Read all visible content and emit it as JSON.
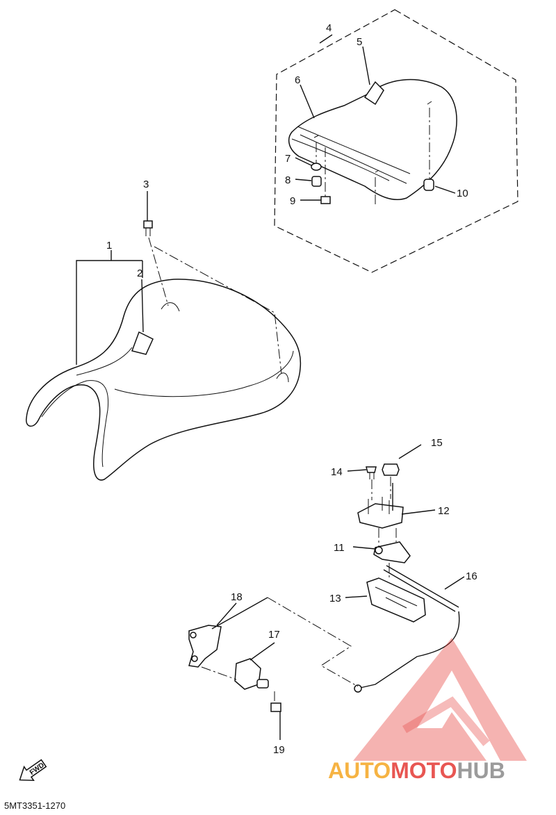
{
  "callouts": [
    "1",
    "2",
    "3",
    "4",
    "5",
    "6",
    "7",
    "8",
    "9",
    "10",
    "11",
    "12",
    "13",
    "14",
    "15",
    "16",
    "17",
    "18",
    "19"
  ],
  "fwd_label": "FWD",
  "diagram_code": "5MT3351-1270",
  "watermark": {
    "part1": "AUTO",
    "part2": "MOTO",
    "part3": "HUB",
    "color_orange": "#f5a623",
    "color_red": "#e53935",
    "color_gray": "#8a8a8a"
  }
}
